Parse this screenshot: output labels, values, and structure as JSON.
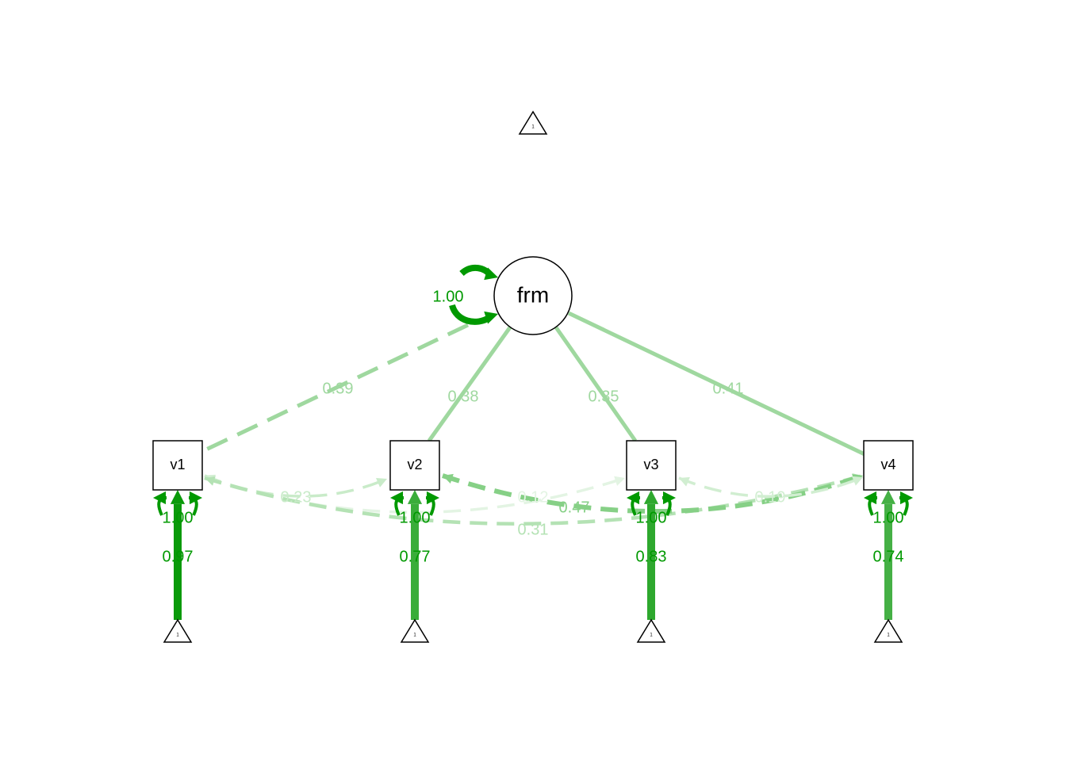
{
  "latent": {
    "id": "frm",
    "label": "frm",
    "variance": "1.00"
  },
  "observed": [
    {
      "id": "v1",
      "label": "v1",
      "residual": "1.00",
      "intercept": "0.97"
    },
    {
      "id": "v2",
      "label": "v2",
      "residual": "1.00",
      "intercept": "0.77"
    },
    {
      "id": "v3",
      "label": "v3",
      "residual": "1.00",
      "intercept": "0.83"
    },
    {
      "id": "v4",
      "label": "v4",
      "residual": "1.00",
      "intercept": "0.74"
    }
  ],
  "intercept_triangle_label": "1",
  "loadings": [
    {
      "to": "v1",
      "value": "0.39",
      "dashed": true
    },
    {
      "to": "v2",
      "value": "0.38",
      "dashed": false
    },
    {
      "to": "v3",
      "value": "0.35",
      "dashed": false
    },
    {
      "to": "v4",
      "value": "0.41",
      "dashed": false
    }
  ],
  "covariances": [
    {
      "a": "v1",
      "b": "v2",
      "value": "0.23",
      "color": "#c9ebc9"
    },
    {
      "a": "v1",
      "b": "v3",
      "value": "0.12",
      "color": "#e3f4e3"
    },
    {
      "a": "v1",
      "b": "v4",
      "value": "0.31",
      "color": "#b4e2b4"
    },
    {
      "a": "v2",
      "b": "v4",
      "value": "0.47",
      "color": "#86d086"
    },
    {
      "a": "v3",
      "b": "v4",
      "value": "0.19",
      "color": "#d1eed1"
    }
  ],
  "colors": {
    "strong": "#009900",
    "loading": "#9fd89f",
    "intercept": [
      "#0a9a0a",
      "#3aad3a",
      "#2ea82e",
      "#45b045"
    ]
  }
}
